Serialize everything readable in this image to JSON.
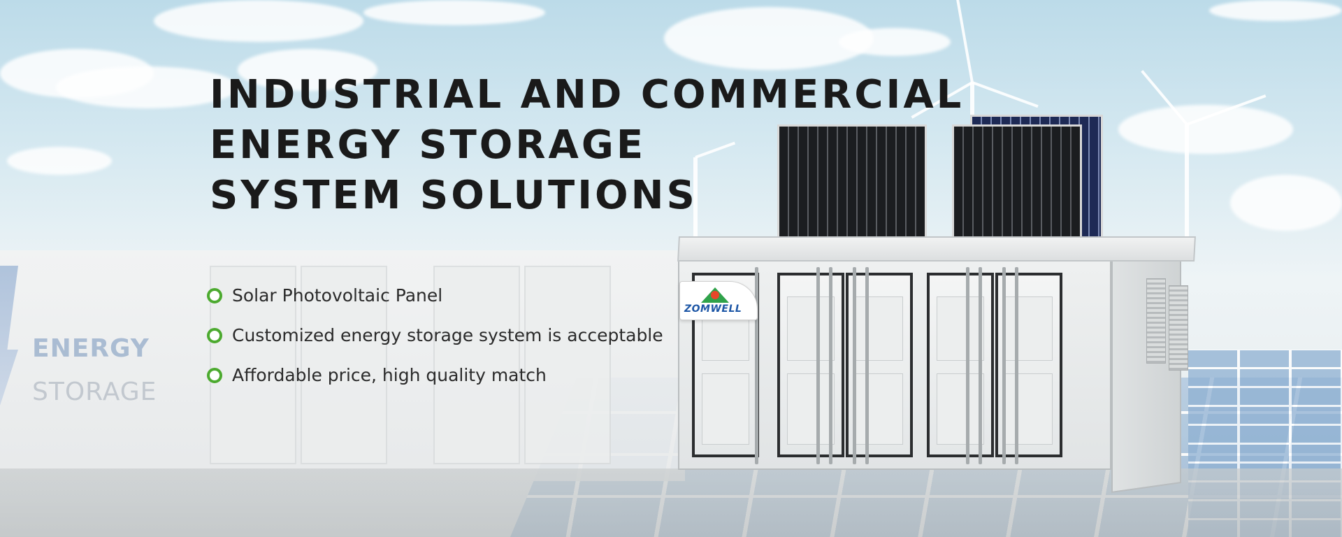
{
  "hero": {
    "headline": [
      "INDUSTRIAL AND COMMERCIAL",
      "ENERGY STORAGE",
      "SYSTEM SOLUTIONS"
    ],
    "features": [
      "Solar Photovoltaic Panel",
      "Customized energy storage system is acceptable",
      "Affordable price, high quality match"
    ],
    "bullet_color": "#4caa2f",
    "headline_color": "#1a1a1a"
  },
  "background": {
    "container_label_line1": "ENERGY",
    "container_label_line2": "STORAGE"
  },
  "product": {
    "brand": "ZOMWELL",
    "brand_color": "#1e57a6"
  }
}
